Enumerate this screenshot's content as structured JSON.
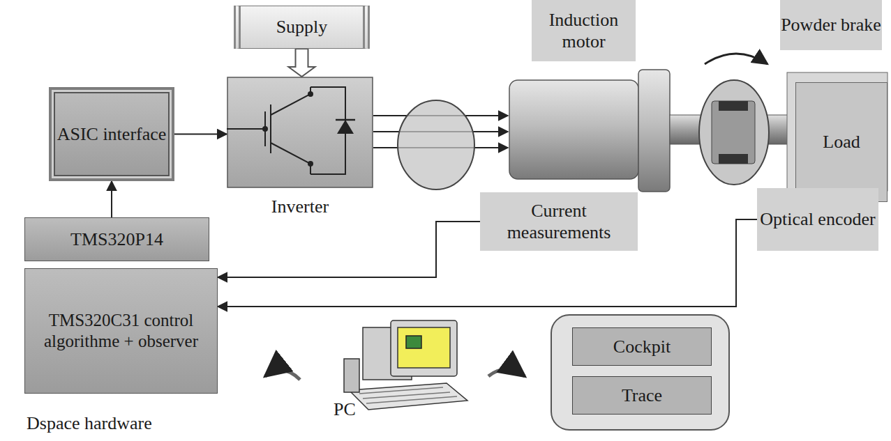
{
  "diagram": {
    "nodes": [
      {
        "text": [
          "Supply"
        ]
      },
      {
        "text": [
          "Induction motor"
        ]
      },
      {
        "text": [
          "Powder brake"
        ]
      },
      {
        "text": [
          "ASIC interface"
        ]
      },
      {
        "text": [
          "Inverter"
        ]
      },
      {
        "text": [
          "Load"
        ]
      },
      {
        "text": [
          "Current measurements"
        ]
      },
      {
        "text": [
          "Optical encoder"
        ]
      },
      {
        "text": [
          "TMS320P14"
        ]
      },
      {
        "text": [
          "TMS320C31 control algorithme + observer"
        ]
      },
      {
        "text": [
          "Cockpit"
        ]
      },
      {
        "text": [
          "Trace"
        ]
      }
    ],
    "edges": [
      {
        "from": 3,
        "to": 4,
        "arrow": "to"
      },
      {
        "from": 0,
        "to": 4,
        "arrow": "to"
      },
      {
        "from": 8,
        "to": 3,
        "arrow": "to"
      },
      {
        "from": 6,
        "to": 9,
        "arrow": "to"
      },
      {
        "from": 7,
        "to": 9,
        "arrow": "to"
      }
    ],
    "labels": [
      "Dspace hardware",
      "PC"
    ]
  }
}
